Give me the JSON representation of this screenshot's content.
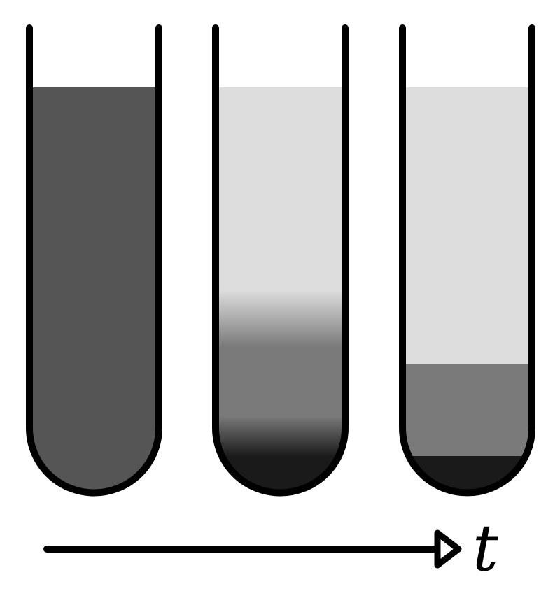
{
  "diagram": {
    "time_axis_label": "t",
    "colors": {
      "outline": "#000000",
      "background": "#ffffff",
      "clear_liquid": "#dddddd",
      "suspension": "#555555",
      "middle_layer": "#7a7a7a",
      "sediment": "#1a1a1a"
    },
    "tubes": [
      {
        "stage": "initial",
        "description_icon": "uniform-suspension"
      },
      {
        "stage": "settling",
        "description_icon": "gradient-sedimentation"
      },
      {
        "stage": "final",
        "description_icon": "separated-layers"
      }
    ]
  }
}
